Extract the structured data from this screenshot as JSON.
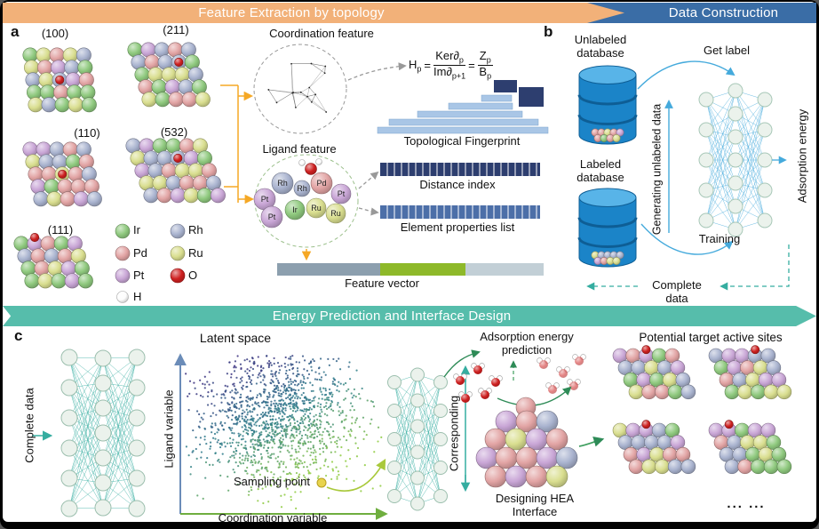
{
  "colors": {
    "banner_orange": "#F2B179",
    "banner_blue": "#3A6DA6",
    "banner_teal": "#56BDAB",
    "bar_navy": "#2D3E6F",
    "bar_blue": "#4C6FA8",
    "bar_lightblue": "#A9C6E6",
    "vector_gray": "#8C9FAE",
    "vector_green": "#8EB92A",
    "vector_light": "#C2CFD6",
    "db_blue": "#1B84C8",
    "db_dark": "#0E5E95",
    "db_top": "#58B4E8",
    "arrow_orange": "#F5A825",
    "arrow_blue": "#45AADC",
    "arrow_teal": "#35ADA0",
    "arrow_green": "#2E8B57",
    "arrow_yellowgreen": "#A9C93C",
    "axis_blue": "#6B8CB8",
    "axis_green": "#6FAE3F",
    "sampling_yellow": "#E8D44D"
  },
  "banners": {
    "feature_extraction": {
      "label": "Feature Extraction by topology"
    },
    "data_construction": {
      "label": "Data Construction"
    },
    "energy_prediction": {
      "label": "Energy Prediction and Interface Design"
    }
  },
  "panel_a": {
    "label": "a",
    "surfaces": [
      "(100)",
      "(211)",
      "(110)",
      "(532)",
      "(111)"
    ],
    "legend": [
      {
        "symbol": "Ir",
        "color": "#8FC97E"
      },
      {
        "symbol": "Rh",
        "color": "#A9B3CF"
      },
      {
        "symbol": "Pd",
        "color": "#E2A4A4"
      },
      {
        "symbol": "Ru",
        "color": "#D9DE8F"
      },
      {
        "symbol": "Pt",
        "color": "#C9A6D6"
      },
      {
        "symbol": "O",
        "color": "#CE2020"
      },
      {
        "symbol": "H",
        "color": "#FDFDFD"
      }
    ],
    "coordination_feature": "Coordination feature",
    "ligand_feature": "Ligand feature",
    "equation": {
      "lhs": "H",
      "lhs_sub": "p",
      "eq1": "=",
      "num1": "Ker∂",
      "num1_sub": "p",
      "den1": "Im∂",
      "den1_sub": "p+1",
      "eq2": "=",
      "num2": "Z",
      "num2_sub": "p",
      "den2": "B",
      "den2_sub": "p"
    },
    "topological_fingerprint": "Topological Fingerprint",
    "distance_index": "Distance index",
    "element_properties": "Element properties list",
    "feature_vector": "Feature vector",
    "ligand_atoms": [
      "Rh",
      "Pt",
      "Pd",
      "Pt",
      "Rh",
      "Pt",
      "Ir",
      "Ru",
      "Ru"
    ]
  },
  "panel_b": {
    "label": "b",
    "unlabeled_db": "Unlabeled database",
    "labeled_db": "Labeled database",
    "get_label": "Get label",
    "generating": "Generating unlabeled data",
    "adsorption_energy": "Adsorption energy",
    "training": "Training",
    "complete_data": "Complete data"
  },
  "panel_c": {
    "label": "c",
    "complete_data": "Complete data",
    "latent_space": "Latent space",
    "ligand_variable": "Ligand variable",
    "coordination_variable": "Coordination variable",
    "sampling_point": "Sampling point",
    "corresponding": "Corresponding",
    "adsorption_prediction": "Adsorption energy prediction",
    "designing": "Designing HEA Interface",
    "potential_sites": "Potential target active sites",
    "dots": "... ..."
  }
}
